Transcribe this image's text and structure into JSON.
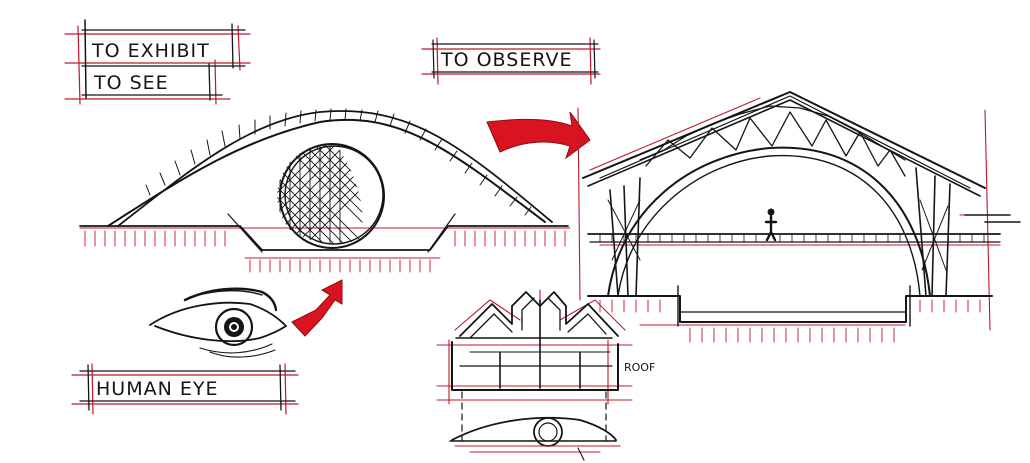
{
  "labels": {
    "to_exhibit": "TO EXHIBIT",
    "to_see": "TO SEE",
    "to_observe": "TO OBSERVE",
    "human_eye": "HUMAN EYE",
    "roof": "ROOF"
  },
  "colors": {
    "ink": "#151515",
    "accent_red": "#d9131f",
    "paper": "#ffffff"
  }
}
